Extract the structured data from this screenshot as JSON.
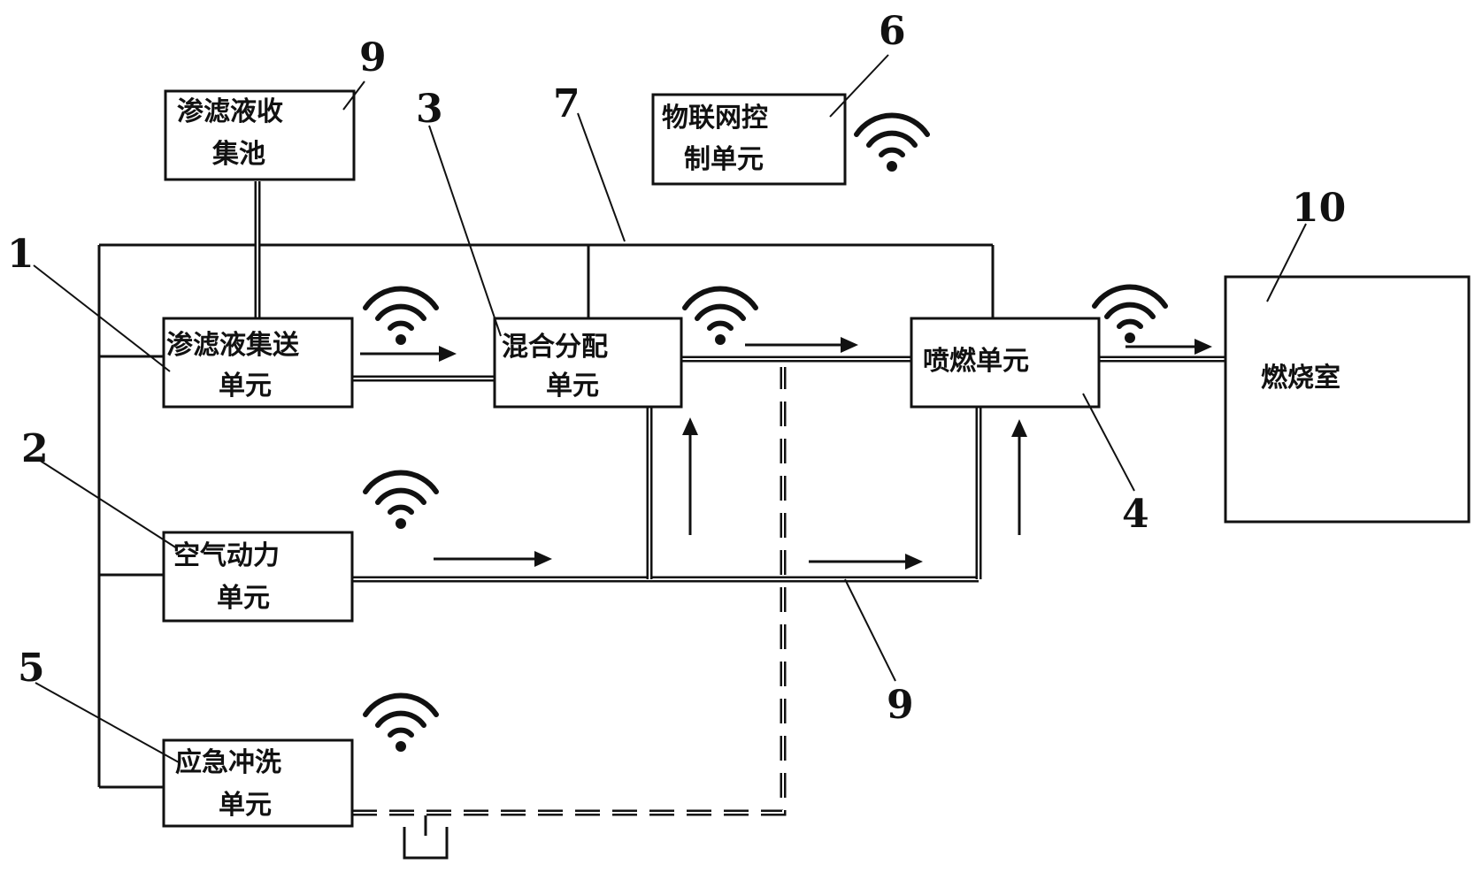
{
  "units": {
    "collection_pool": {
      "line1": "渗滤液收",
      "line2": "集池"
    },
    "iot_control": {
      "line1": "物联网控",
      "line2": "制单元"
    },
    "leachate_transfer": {
      "line1": "渗滤液集送",
      "line2": "单元"
    },
    "mixing_distribution": {
      "line1": "混合分配",
      "line2": "单元"
    },
    "spray_combustion": {
      "line1": "喷燃单元"
    },
    "air_power": {
      "line1": "空气动力",
      "line2": "单元"
    },
    "emergency_flush": {
      "line1": "应急冲洗",
      "line2": "单元"
    },
    "combustion_chamber": {
      "line1": "燃烧室"
    }
  },
  "reference_numerals": {
    "n1": "1",
    "n2": "2",
    "n3": "3",
    "n4": "4",
    "n5": "5",
    "n6": "6",
    "n7": "7",
    "n9_top": "9",
    "n9_bottom": "9",
    "n10": "10"
  },
  "icons": [
    "wifi-signal-icon",
    "flow-arrow-icon",
    "drain-icon"
  ],
  "colors": {
    "ink": "#111111",
    "background": "#ffffff"
  }
}
